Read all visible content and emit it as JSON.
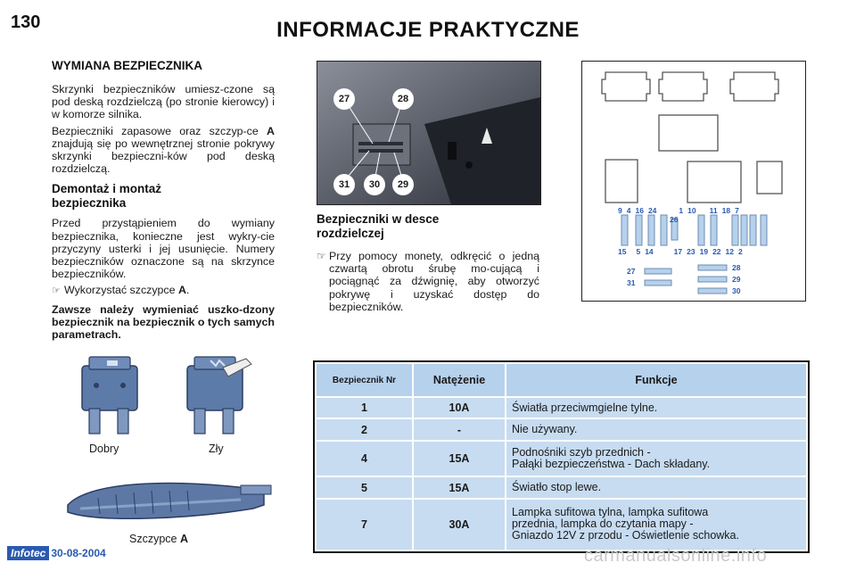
{
  "page": {
    "number": "130",
    "title": "INFORMACJE PRAKTYCZNE"
  },
  "left": {
    "heading": "WYMIANA BEZPIECZNIKA",
    "para1": "Skrzynki bezpieczników umiesz-czone są pod deską rozdzielczą (po stronie kierowcy) i w komorze silnika.",
    "para2_before": "Bezpieczniki zapasowe oraz szczyp-ce ",
    "para2_bold": "A",
    "para2_after": " znajdują się po wewnętrznej stronie pokrywy skrzynki bezpieczni-ków pod deską rozdzielczą.",
    "subheading_line1": "Demontaż i montaż",
    "subheading_line2": "bezpiecznika",
    "para3": "Przed przystąpieniem do wymiany bezpiecznika, konieczne jest wykry-cie przyczyny usterki i jej usunięcie. Numery bezpieczników oznaczone są na skrzynce bezpieczników.",
    "bullet_before": "Wykorzystać szczypce ",
    "bullet_bold": "A",
    "bullet_after": ".",
    "warning": "Zawsze należy wymieniać uszko-dzony bezpiecznik na bezpiecznik o tych samych parametrach.",
    "fuse_good_label": "Dobry",
    "fuse_bad_label": "Zły",
    "pliers_label": "Szczypce ",
    "pliers_label_bold": "A"
  },
  "middle": {
    "photo_numbers": [
      "27",
      "28",
      "31",
      "30",
      "29"
    ],
    "heading_line1": "Bezpieczniki w desce",
    "heading_line2": "rozdzielczej",
    "bullet": "Przy pomocy monety, odkręcić o jedną czwartą obrotu śrubę mo-cującą i pociągnąć za dźwignię, aby otworzyć pokrywę i uzyskać dostęp do bezpieczników."
  },
  "diagram": {
    "top_row": [
      "9",
      "4",
      "16",
      "24",
      "1",
      "10",
      "11",
      "18",
      "7"
    ],
    "mid_label": "26",
    "bottom_row": [
      "15",
      "5",
      "14",
      "17",
      "23",
      "19",
      "22",
      "12",
      "2"
    ],
    "left_small": [
      "27",
      "31"
    ],
    "right_small": [
      "28",
      "29",
      "30"
    ]
  },
  "table": {
    "headers": [
      "Bezpiecznik Nr",
      "Natężenie",
      "Funkcje"
    ],
    "rows": [
      {
        "nr": "1",
        "amp": "10A",
        "func": [
          "Światła przeciwmgielne  tylne."
        ]
      },
      {
        "nr": "2",
        "amp": "-",
        "func": [
          "Nie używany."
        ]
      },
      {
        "nr": "4",
        "amp": "15A",
        "func": [
          "Podnośniki szyb przednich -",
          "Pałąki bezpieczeństwa - Dach składany."
        ]
      },
      {
        "nr": "5",
        "amp": "15A",
        "func": [
          "Światło stop lewe."
        ]
      },
      {
        "nr": "7",
        "amp": "30A",
        "func": [
          "Lampka sufitowa tylna, lampka sufitowa",
          "przednia, lampka do czytania mapy -",
          "Gniazdo 12V z przodu - Oświetlenie schowka."
        ]
      }
    ]
  },
  "footer": {
    "logo": "Infotec",
    "date": "30-08-2004",
    "watermark": "carmanualsonline.info"
  }
}
